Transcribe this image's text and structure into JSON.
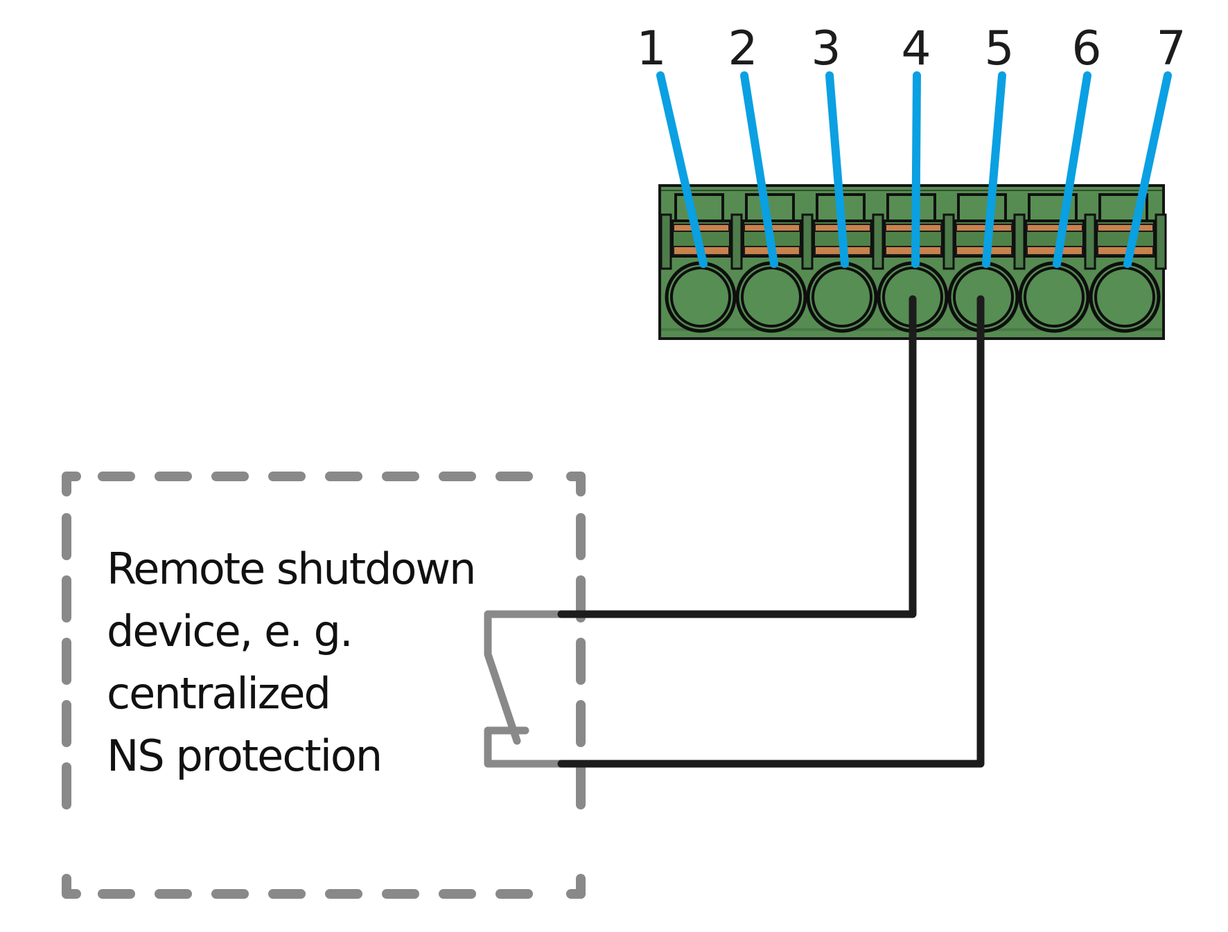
{
  "diagram": {
    "title": "Remote shutdown wiring to 7-pin terminal connector",
    "connector": {
      "pin_count": 7,
      "pins": [
        {
          "label": "1",
          "wired": false
        },
        {
          "label": "2",
          "wired": false
        },
        {
          "label": "3",
          "wired": false
        },
        {
          "label": "4",
          "wired": true
        },
        {
          "label": "5",
          "wired": true
        },
        {
          "label": "6",
          "wired": false
        },
        {
          "label": "7",
          "wired": false
        }
      ]
    },
    "device": {
      "lines": [
        "Remote shutdown",
        "device, e. g.",
        "centralized",
        "NS protection"
      ],
      "contact_type": "normally-closed switch"
    },
    "connections": [
      {
        "from": "device-contact-top",
        "to_pin": "4"
      },
      {
        "from": "device-contact-bottom",
        "to_pin": "5"
      }
    ],
    "colors": {
      "pin_marker": "#0aa0e2",
      "connector_body": "#568c52",
      "copper": "#c8824c",
      "wire": "#1c1c1c",
      "device_outline": "#898989",
      "background": "#ffffff"
    }
  }
}
